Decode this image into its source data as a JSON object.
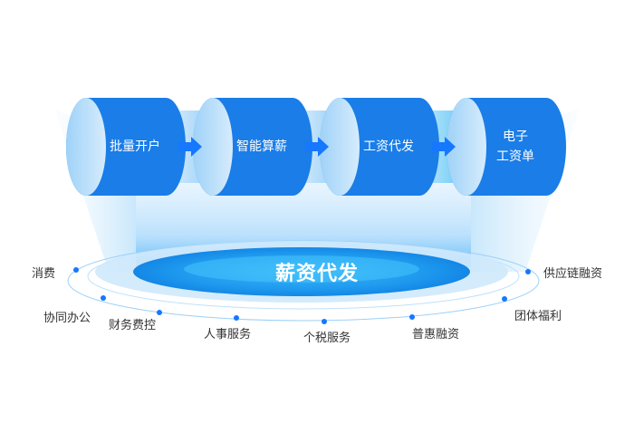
{
  "colors": {
    "cylinder": "#1a7de8",
    "cylinder_light": "#5fb3f5",
    "platform": "#1e9cf0",
    "platform_light": "#cfe9fc",
    "label_text": "#333333",
    "dot": "#1677ff"
  },
  "steps": [
    {
      "lines": [
        "批量开户"
      ]
    },
    {
      "lines": [
        "智能算薪"
      ]
    },
    {
      "lines": [
        "工资代发"
      ]
    },
    {
      "lines": [
        "电子",
        "工资单"
      ]
    }
  ],
  "center_title": "薪资代发",
  "ring_labels": [
    "消费",
    "协同办公",
    "财务费控",
    "人事服务",
    "个税服务",
    "普惠融资",
    "团体福利",
    "供应链融资"
  ]
}
